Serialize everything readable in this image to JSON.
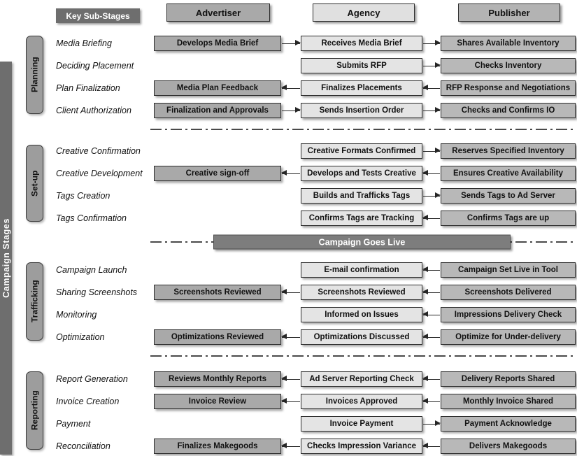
{
  "rail": {
    "label": "Campaign Stages"
  },
  "headers": {
    "key_sub_stages": "Key Sub-Stages",
    "advertiser": "Advertiser",
    "agency": "Agency",
    "publisher": "Publisher"
  },
  "campaign_goes_live": "Campaign Goes Live",
  "colors": {
    "rail_bg": "#6e6e6e",
    "stage_pill_bg": "#9d9d9d",
    "header_dark_bg": "#6e6e6e",
    "advertiser_bg": "#a9a9a9",
    "agency_bg": "#e4e4e4",
    "publisher_bg": "#b8b8b8",
    "live_bar_bg": "#7d7d7d"
  },
  "stages": [
    {
      "label": "Planning",
      "rows": [
        {
          "sub_stage": "Media Briefing",
          "advertiser": "Develops Media Brief",
          "agency": "Receives Media Brief",
          "publisher": "Shares Available Inventory",
          "arrow_adv_agency": "right",
          "arrow_agency_pub": "right"
        },
        {
          "sub_stage": "Deciding Placement",
          "advertiser": null,
          "agency": "Submits RFP",
          "publisher": "Checks Inventory",
          "arrow_adv_agency": null,
          "arrow_agency_pub": "right"
        },
        {
          "sub_stage": "Plan Finalization",
          "advertiser": "Media Plan Feedback",
          "agency": "Finalizes Placements",
          "publisher": "RFP Response and Negotiations",
          "arrow_adv_agency": "left",
          "arrow_agency_pub": "left"
        },
        {
          "sub_stage": "Client Authorization",
          "advertiser": "Finalization and Approvals",
          "agency": "Sends Insertion Order",
          "publisher": "Checks and Confirms IO",
          "arrow_adv_agency": "right",
          "arrow_agency_pub": "right"
        }
      ]
    },
    {
      "label": "Set-up",
      "rows": [
        {
          "sub_stage": "Creative Confirmation",
          "advertiser": null,
          "agency": "Creative Formats Confirmed",
          "publisher": "Reserves Specified Inventory",
          "arrow_adv_agency": null,
          "arrow_agency_pub": "right"
        },
        {
          "sub_stage": "Creative Development",
          "advertiser": "Creative sign-off",
          "agency": "Develops and Tests Creative",
          "publisher": "Ensures Creative Availability",
          "arrow_adv_agency": "left",
          "arrow_agency_pub": "left"
        },
        {
          "sub_stage": "Tags Creation",
          "advertiser": null,
          "agency": "Builds and Trafficks Tags",
          "publisher": "Sends Tags to Ad Server",
          "arrow_adv_agency": null,
          "arrow_agency_pub": "right"
        },
        {
          "sub_stage": "Tags Confirmation",
          "advertiser": null,
          "agency": "Confirms Tags are Tracking",
          "publisher": "Confirms Tags are up",
          "arrow_adv_agency": null,
          "arrow_agency_pub": "left"
        }
      ]
    },
    {
      "label": "Trafficking",
      "rows": [
        {
          "sub_stage": "Campaign Launch",
          "advertiser": null,
          "agency": "E-mail confirmation",
          "publisher": "Campaign Set Live in Tool",
          "arrow_adv_agency": null,
          "arrow_agency_pub": "left"
        },
        {
          "sub_stage": "Sharing Screenshots",
          "advertiser": "Screenshots Reviewed",
          "agency": "Screenshots Reviewed",
          "publisher": "Screenshots Delivered",
          "arrow_adv_agency": "left",
          "arrow_agency_pub": "left"
        },
        {
          "sub_stage": "Monitoring",
          "advertiser": null,
          "agency": "Informed on Issues",
          "publisher": "Impressions Delivery Check",
          "arrow_adv_agency": null,
          "arrow_agency_pub": "left"
        },
        {
          "sub_stage": "Optimization",
          "advertiser": "Optimizations Reviewed",
          "agency": "Optimizations Discussed",
          "publisher": "Optimize for Under-delivery",
          "arrow_adv_agency": "left",
          "arrow_agency_pub": "left"
        }
      ]
    },
    {
      "label": "Reporting",
      "rows": [
        {
          "sub_stage": "Report Generation",
          "advertiser": "Reviews Monthly Reports",
          "agency": "Ad Server Reporting Check",
          "publisher": "Delivery Reports Shared",
          "arrow_adv_agency": "left",
          "arrow_agency_pub": "left"
        },
        {
          "sub_stage": "Invoice Creation",
          "advertiser": "Invoice Review",
          "agency": "Invoices Approved",
          "publisher": "Monthly Invoice Shared",
          "arrow_adv_agency": "left",
          "arrow_agency_pub": "left"
        },
        {
          "sub_stage": "Payment",
          "advertiser": null,
          "agency": "Invoice Payment",
          "publisher": "Payment Acknowledge",
          "arrow_adv_agency": null,
          "arrow_agency_pub": "right"
        },
        {
          "sub_stage": "Reconciliation",
          "advertiser": "Finalizes Makegoods",
          "agency": "Checks Impression Variance",
          "publisher": "Delivers Makegoods",
          "arrow_adv_agency": "left",
          "arrow_agency_pub": "left"
        }
      ]
    }
  ]
}
